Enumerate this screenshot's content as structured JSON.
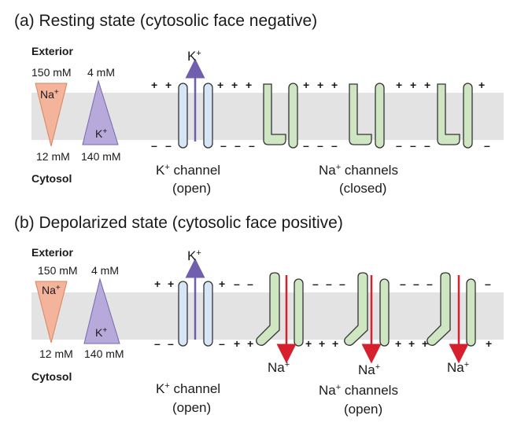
{
  "panel_a": {
    "title": "(a) Resting state (cytosolic face negative)",
    "exterior": "Exterior",
    "cytosol": "Cytosol",
    "na_out": "150 mM",
    "na_in": "12 mM",
    "k_out": "4 mM",
    "k_in": "140 mM",
    "na_ion": "Na+",
    "k_ion": "K+",
    "k_channel_line1": "K+ channel",
    "k_channel_line2": "(open)",
    "na_channels_line1": "Na+ channels",
    "na_channels_line2": "(closed)"
  },
  "panel_b": {
    "title": "(b) Depolarized state (cytosolic face positive)",
    "exterior": "Exterior",
    "cytosol": "Cytosol",
    "na_out": "150 mM",
    "na_in": "12 mM",
    "k_out": "4 mM",
    "k_in": "140 mM",
    "na_ion": "Na+",
    "k_ion": "K+",
    "k_channel_line1": "K+ channel",
    "k_channel_line2": "(open)",
    "na_channels_line1": "Na+ channels",
    "na_channels_line2": "(open)",
    "na_flow_label": "Na+"
  },
  "colors": {
    "membrane": "#e3e3e3",
    "na_triangle": "#f4b39b",
    "k_triangle": "#b7aadb",
    "k_channel": "#d6e6f6",
    "na_channel": "#cfe6c3",
    "k_arrow": "#6f5fae",
    "na_arrow": "#d7202e"
  }
}
